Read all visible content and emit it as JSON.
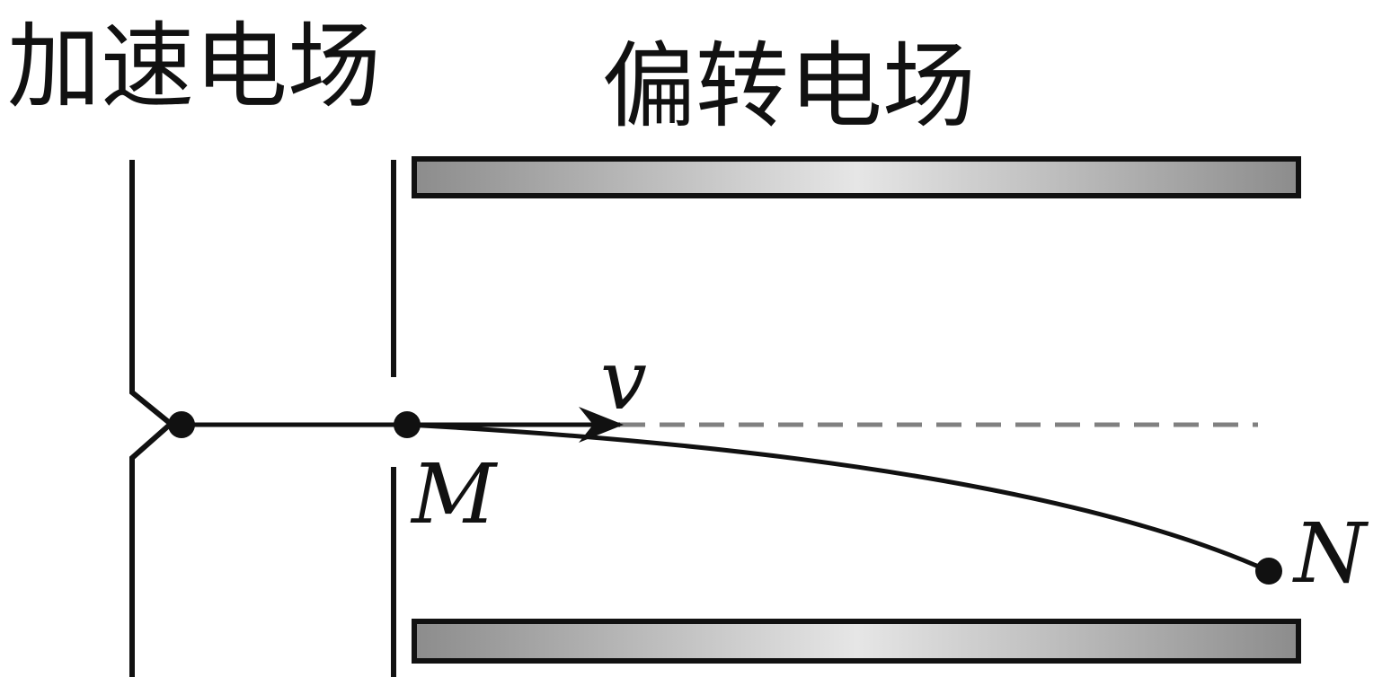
{
  "labels": {
    "accel_field": "加速电场",
    "deflect_field": "偏转电场",
    "velocity": "v",
    "point_m": "M",
    "point_n": "N"
  },
  "colors": {
    "line": "#111111",
    "dashed_reference": "#808080",
    "plate_dark": "#8c8c8c",
    "plate_light": "#e6e6e6",
    "background": "#ffffff"
  }
}
